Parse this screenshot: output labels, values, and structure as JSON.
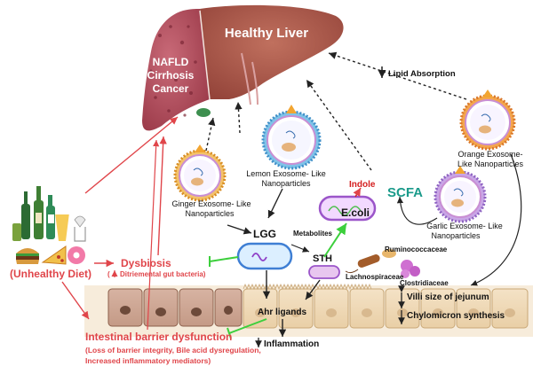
{
  "liver": {
    "healthy_label": "Healthy Liver",
    "disease_label_1": "NAFLD",
    "disease_label_2": "Cirrhosis",
    "disease_label_3": "Cancer"
  },
  "nanoparticles": {
    "lemon_1": "Lemon Exosome- Like",
    "lemon_2": "Nanoparticles",
    "ginger_1": "Ginger Exosome- Like",
    "ginger_2": "Nanoparticles",
    "orange_1": "Orange Exosome-",
    "orange_2": "Like Nanoparticles",
    "garlic_1": "Garlic Exosome- Like",
    "garlic_2": "Nanoparticles"
  },
  "labels": {
    "lipid_absorption": "Lipid Absorption",
    "scfa": "SCFA",
    "indole": "Indole",
    "ecoli": "E.coli",
    "lgg": "LGG",
    "metabolites": "Metabolites",
    "sth": "STH",
    "ruminococcaceae": "Ruminococcaceae",
    "lachnospiraceae": "Lachnospiraceae",
    "clostridiaceae": "Clostridiaceae",
    "villi": "Villi size of jejunum",
    "chylomicron": "Chylomicron synthesis",
    "ahr_ligands": "Ahr ligands",
    "inflammation": "Inflammation",
    "unhealthy_diet": "(Unhealthy Diet)",
    "dysbiosis": "Dysbiosis",
    "dysbiosis_sub": "Ditriemental gut bacteria)",
    "barrier_title": "Intestinal barrier dysfunction",
    "barrier_sub_1": "(Loss of barrier integrity, Bile acid dysregulation,",
    "barrier_sub_2": "Increased inflammatory mediators)"
  },
  "colors": {
    "liver_diseased": "#b34a5a",
    "liver_healthy": "#a9564a",
    "red_arrow": "#e0454a",
    "green_arrow": "#3ccf3c",
    "scfa_teal": "#1a9a8a",
    "indole_red": "#d42020"
  }
}
